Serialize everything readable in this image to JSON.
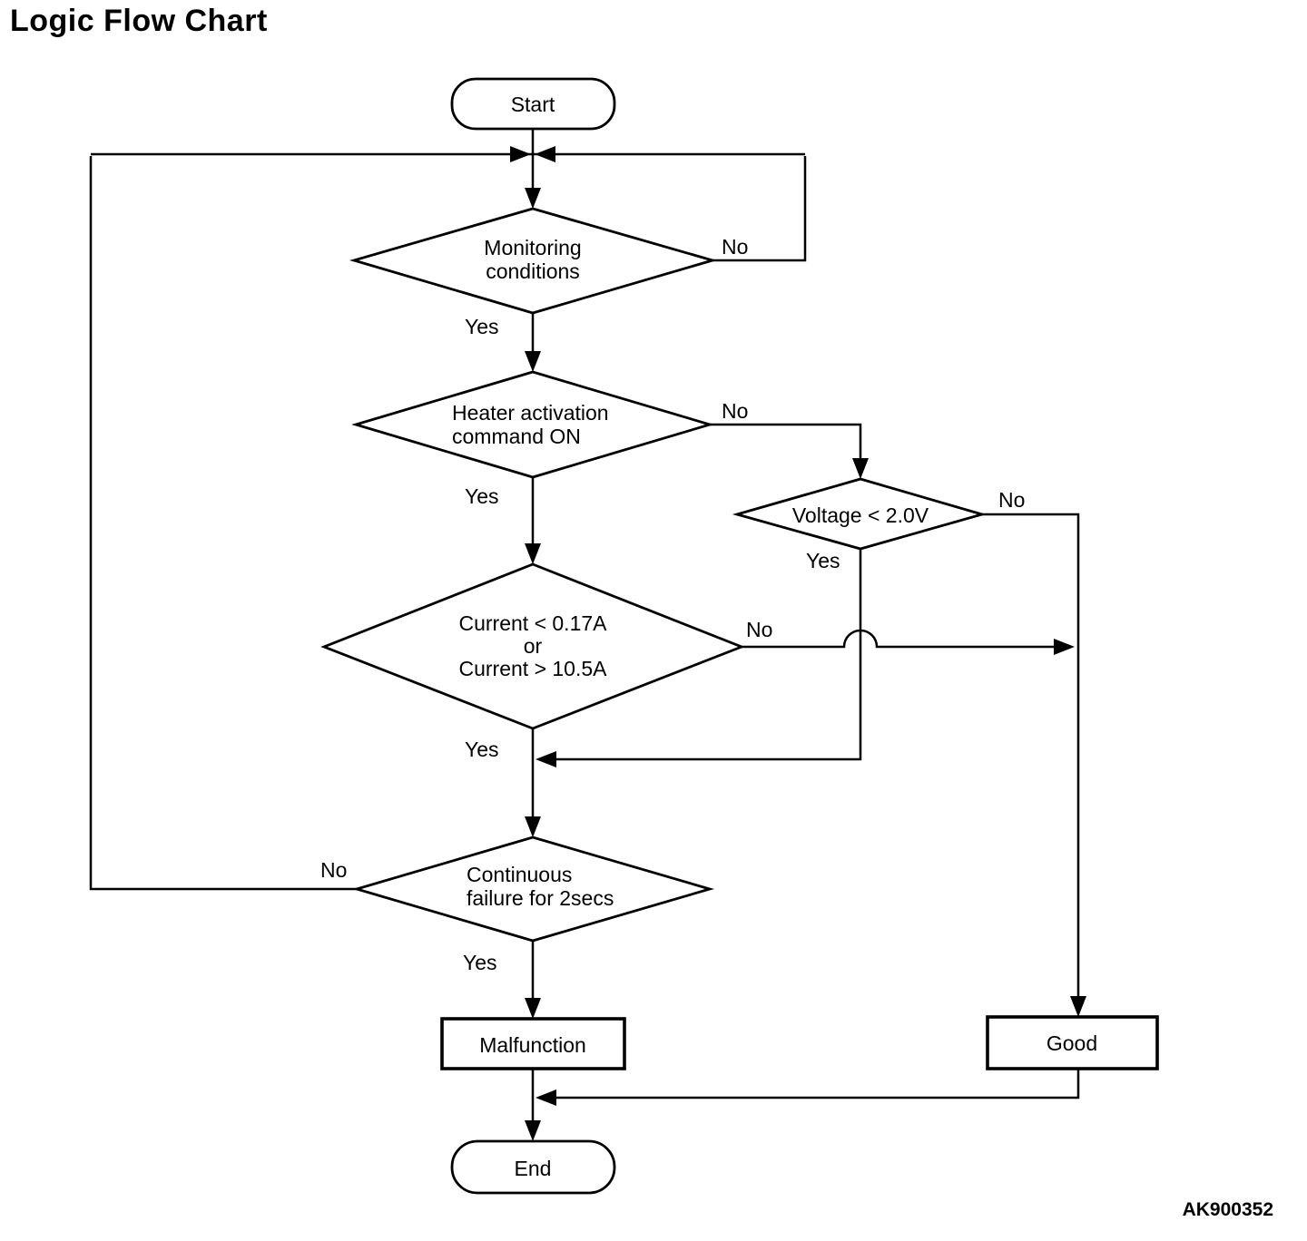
{
  "title": "Logic Flow Chart",
  "figure_code": "AK900352",
  "colors": {
    "line": "#000000",
    "background": "#ffffff",
    "text": "#000000"
  },
  "flowchart": {
    "nodes": {
      "start": {
        "type": "terminator",
        "label": "Start"
      },
      "monitoring_conditions": {
        "type": "decision",
        "lines": [
          "Monitoring",
          "conditions"
        ]
      },
      "heater_activation": {
        "type": "decision",
        "lines": [
          "Heater activation",
          "command ON"
        ]
      },
      "voltage_check": {
        "type": "decision",
        "lines": [
          "Voltage < 2.0V"
        ]
      },
      "current_check": {
        "type": "decision",
        "lines": [
          "Current < 0.17A",
          "or",
          "Current > 10.5A"
        ]
      },
      "continuous_failure": {
        "type": "decision",
        "lines": [
          "Continuous",
          "failure for 2secs"
        ]
      },
      "malfunction": {
        "type": "process",
        "label": "Malfunction"
      },
      "good": {
        "type": "process",
        "label": "Good"
      },
      "end": {
        "type": "terminator",
        "label": "End"
      }
    },
    "edge_labels": {
      "monitoring_yes": "Yes",
      "monitoring_no": "No",
      "heater_yes": "Yes",
      "heater_no": "No",
      "voltage_yes": "Yes",
      "voltage_no": "No",
      "current_yes": "Yes",
      "current_no": "No",
      "continuous_yes": "Yes",
      "continuous_no": "No"
    }
  }
}
